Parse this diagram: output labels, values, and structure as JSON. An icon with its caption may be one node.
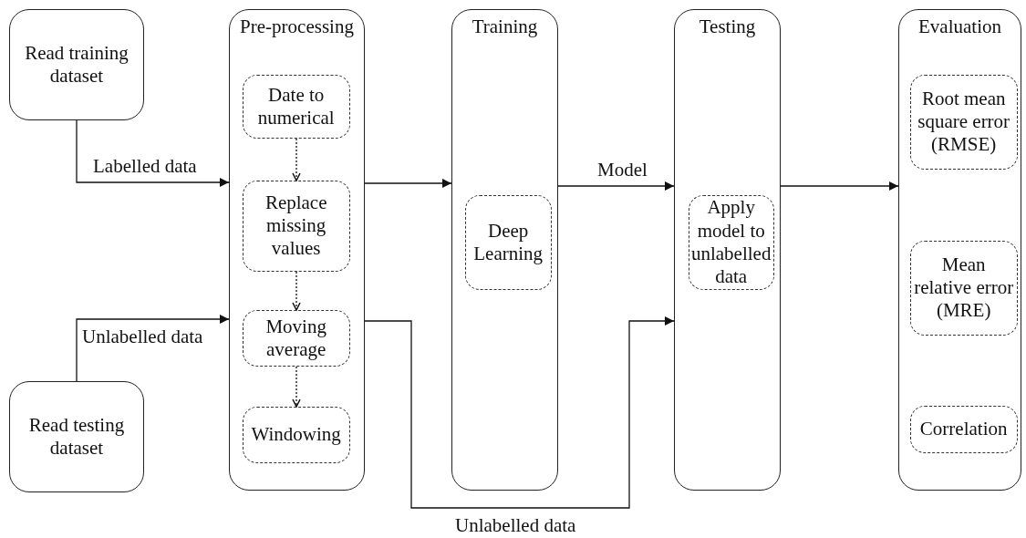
{
  "diagram": {
    "nodes": [
      {
        "text": [
          "Read training dataset"
        ]
      },
      {
        "text": [
          "Read testing dataset"
        ]
      },
      {
        "text": [
          "Pre-processing"
        ]
      },
      {
        "text": [
          "Date to numerical"
        ],
        "in": 2
      },
      {
        "text": [
          "Replace missing values"
        ],
        "in": 2
      },
      {
        "text": [
          "Moving average"
        ],
        "in": 2
      },
      {
        "text": [
          "Windowing"
        ],
        "in": 2
      },
      {
        "text": [
          "Training"
        ]
      },
      {
        "text": [
          "Deep Learning"
        ],
        "in": 7
      },
      {
        "text": [
          "Testing"
        ]
      },
      {
        "text": [
          "Apply model to unlabelled data"
        ],
        "in": 9
      },
      {
        "text": [
          "Evaluation"
        ]
      },
      {
        "text": [
          "Root mean square error (RMSE)"
        ],
        "in": 11
      },
      {
        "text": [
          "Mean relative error (MRE)"
        ],
        "in": 11
      },
      {
        "text": [
          "Correlation"
        ],
        "in": 11
      }
    ],
    "edges": [
      {
        "from": 0,
        "to": 2,
        "arrow": "to",
        "label": "Labelled data"
      },
      {
        "from": 1,
        "to": 2,
        "arrow": "to",
        "label": "Unlabelled data"
      },
      {
        "from": 3,
        "to": 4,
        "arrow": "to",
        "style": "dashed"
      },
      {
        "from": 4,
        "to": 5,
        "arrow": "to",
        "style": "dashed"
      },
      {
        "from": 5,
        "to": 6,
        "arrow": "to",
        "style": "dashed"
      },
      {
        "from": 2,
        "to": 7,
        "arrow": "to"
      },
      {
        "from": 7,
        "to": 9,
        "arrow": "to",
        "label": "Model"
      },
      {
        "from": 9,
        "to": 11,
        "arrow": "to"
      },
      {
        "from": 2,
        "to": 9,
        "arrow": "to",
        "label": "Unlabelled data"
      }
    ]
  }
}
